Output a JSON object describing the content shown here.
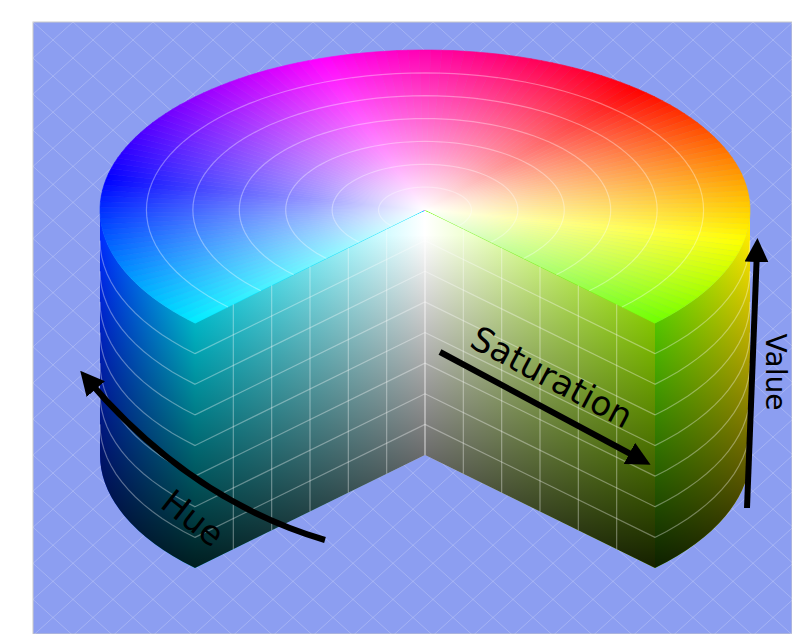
{
  "diagram": {
    "labels": [
      "Hue",
      "Saturation",
      "Value"
    ]
  }
}
